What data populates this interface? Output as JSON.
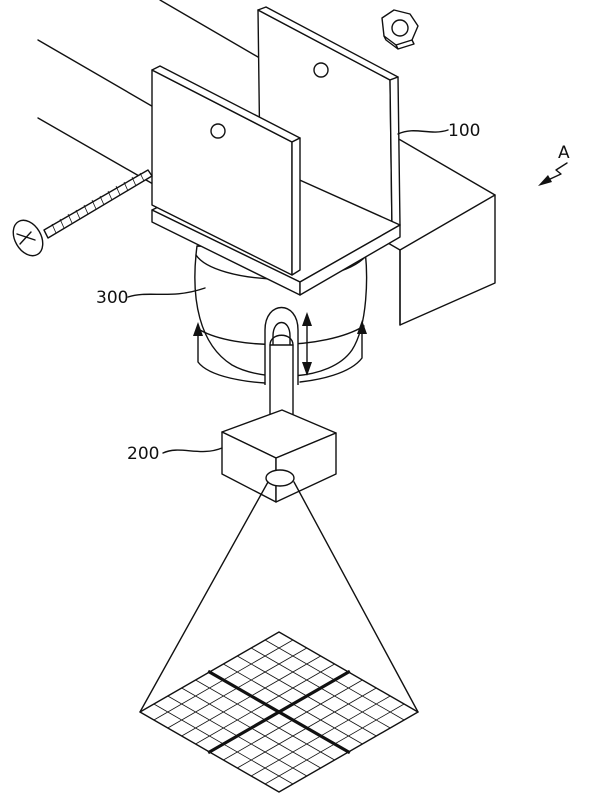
{
  "figure": {
    "labels": {
      "bracket": "100",
      "camera": "200",
      "pivot": "300",
      "view": "A"
    }
  }
}
